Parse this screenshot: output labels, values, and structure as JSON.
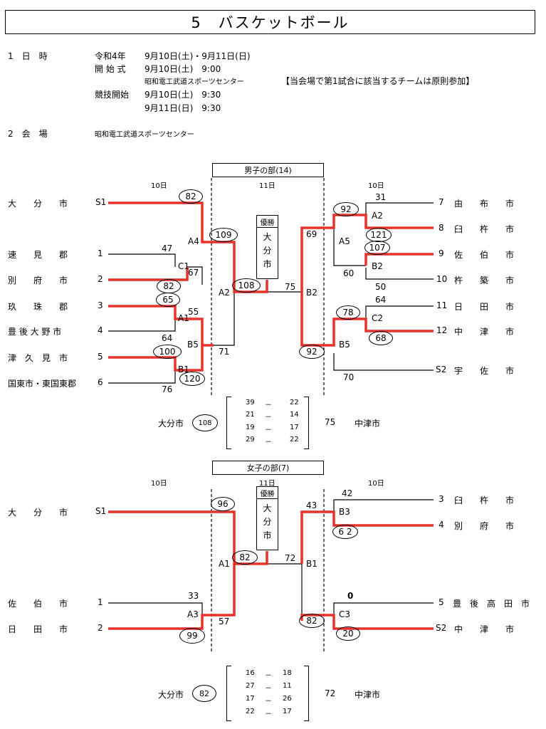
{
  "header": {
    "title": "5　バスケットボール"
  },
  "info": {
    "date_label": "1　日　時",
    "era_label": "令和4年",
    "era_value": "9月10日(土)・9月11日(日)",
    "opening_label": "開 始 式",
    "opening_value": "9月10日(土)　9:00",
    "opening_venue": "昭和電工武道スポーツセンター",
    "note": "【当会場で第1試合に該当するチームは原則参加】",
    "start_label": "競技開始",
    "start_value_1": "9月10日(土)　9:30",
    "start_value_2": "9月11日(日)　9:30",
    "venue_label": "2　会　場",
    "venue_value": "昭和電工武道スポーツセンター"
  },
  "men": {
    "title": "男子の部(14)",
    "day_left": "10日",
    "day_center": "11日",
    "day_right": "10日",
    "champion_label": "優勝",
    "champion_team": "大分市",
    "left_teams": [
      {
        "name": "大　　分　　市",
        "seed": "S1"
      },
      {
        "name": "速　　見　　郡",
        "seed": "1"
      },
      {
        "name": "別　　府　　市",
        "seed": "2"
      },
      {
        "name": "玖　　珠　　郡",
        "seed": "3"
      },
      {
        "name": "豊 後 大 野 市",
        "seed": "4"
      },
      {
        "name": "津　久　見　市",
        "seed": "5"
      },
      {
        "name": "国東市・東国東郡",
        "seed": "6"
      }
    ],
    "right_teams": [
      {
        "seed": "7",
        "name": "由　　布　　市"
      },
      {
        "seed": "8",
        "name": "臼　　杵　　市"
      },
      {
        "seed": "9",
        "name": "佐　　伯　　市"
      },
      {
        "seed": "10",
        "name": "杵　　築　　市"
      },
      {
        "seed": "11",
        "name": "日　　田　　市"
      },
      {
        "seed": "12",
        "name": "中　　津　　市"
      },
      {
        "seed": "S2",
        "name": "宇　　佐　　市"
      }
    ],
    "labels": {
      "A1": "A1",
      "B1": "B1",
      "C1": "C1",
      "A4": "A4",
      "B5": "B5",
      "A2": "A2",
      "A5": "A5",
      "B2": "B2",
      "C2": "C2"
    },
    "scores": {
      "s82a": "82",
      "s47": "47",
      "s67": "67",
      "s82b": "82",
      "s65": "65",
      "s55": "55",
      "s64": "64",
      "s100": "100",
      "s120": "120",
      "s76": "76",
      "s109": "109",
      "s71": "71",
      "s108": "108",
      "s75": "75",
      "s69": "69",
      "s92a": "92",
      "s31": "31",
      "s121": "121",
      "s107": "107",
      "s50": "50",
      "s60": "60",
      "s78": "78",
      "s64b": "64",
      "s68": "68",
      "s92b": "92",
      "s70": "70"
    },
    "final": {
      "left_team": "大分市",
      "left_score": "108",
      "right_score": "75",
      "right_team": "中津市",
      "quarters": [
        {
          "a": "39",
          "dash": "－",
          "b": "22"
        },
        {
          "a": "21",
          "dash": "－",
          "b": "14"
        },
        {
          "a": "19",
          "dash": "－",
          "b": "17"
        },
        {
          "a": "29",
          "dash": "－",
          "b": "22"
        }
      ]
    }
  },
  "women": {
    "title": "女子の部(7)",
    "day_left": "10日",
    "day_center": "11日",
    "day_right": "10日",
    "champion_label": "優勝",
    "champion_team": "大分市",
    "left_teams": [
      {
        "name": "大　　分　　市",
        "seed": "S1"
      },
      {
        "name": "佐　　伯　　市",
        "seed": "1"
      },
      {
        "name": "日　　田　　市",
        "seed": "2"
      }
    ],
    "right_teams": [
      {
        "seed": "3",
        "name": "臼　　杵　　市"
      },
      {
        "seed": "4",
        "name": "別　　府　　市"
      },
      {
        "seed": "5",
        "name": "豊　後　高　田　市"
      },
      {
        "seed": "S2",
        "name": "中　　津　　市"
      }
    ],
    "labels": {
      "A1": "A1",
      "A3": "A3",
      "B1": "B1",
      "B3": "B3",
      "C3": "C3"
    },
    "scores": {
      "s96": "96",
      "s33": "33",
      "s57": "57",
      "s99": "99",
      "s82": "82",
      "s72": "72",
      "s43": "43",
      "s42": "42",
      "s62": "6 2",
      "s0": "0",
      "s82b": "82",
      "s20": "20"
    },
    "final": {
      "left_team": "大分市",
      "left_score": "82",
      "right_score": "72",
      "right_team": "中津市",
      "quarters": [
        {
          "a": "16",
          "dash": "－",
          "b": "18"
        },
        {
          "a": "27",
          "dash": "－",
          "b": "11"
        },
        {
          "a": "17",
          "dash": "－",
          "b": "26"
        },
        {
          "a": "22",
          "dash": "－",
          "b": "17"
        }
      ]
    }
  },
  "colors": {
    "win_line": "#e8312a",
    "line": "#000000"
  }
}
